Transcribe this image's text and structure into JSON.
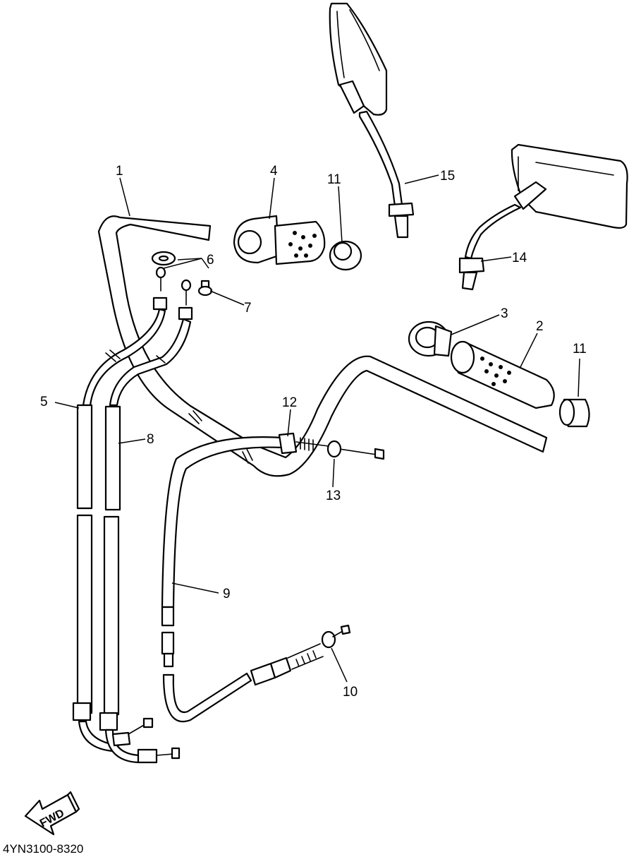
{
  "diagram": {
    "callouts": [
      "1",
      "2",
      "3",
      "4",
      "5",
      "6",
      "7",
      "8",
      "9",
      "10",
      "11",
      "11",
      "12",
      "13",
      "14",
      "15"
    ],
    "direction_label": "FWD",
    "drawing_code": "4YN3100-8320"
  }
}
